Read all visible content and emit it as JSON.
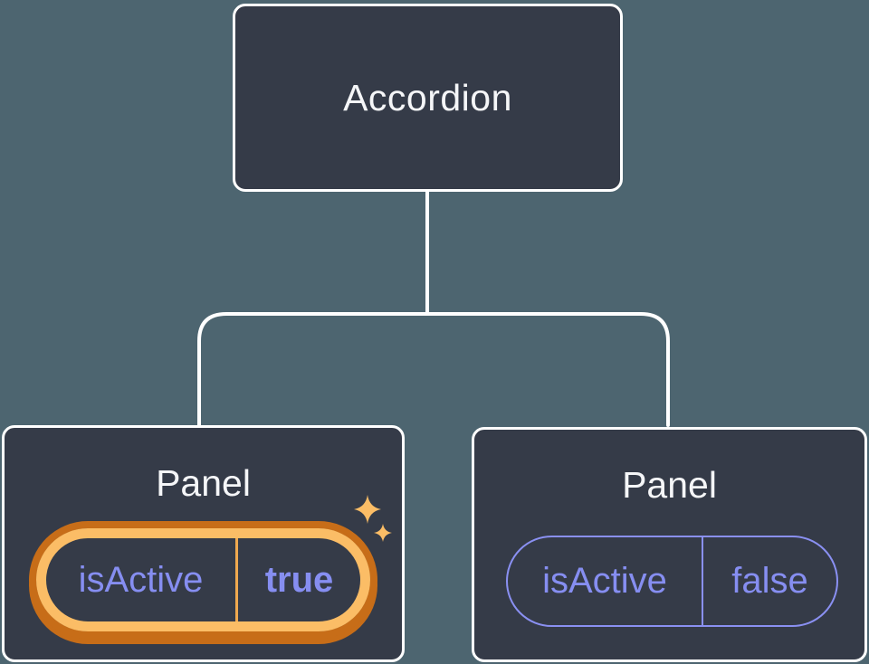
{
  "diagram": {
    "description": "Component tree showing an Accordion parent with two Panel children holding isActive state",
    "background_color": "#4D6570",
    "node_fill_color": "#353B48",
    "node_border_color": "#FFFFFF",
    "title_text_color": "#F5F6F8",
    "state_text_color": "#868EF1",
    "pill_border_color": "#8A90F2",
    "highlight_ring_light_color": "#FBBD66",
    "highlight_ring_dark_color": "#C76D18",
    "sparkle_color": "#FBBD66",
    "root": {
      "label": "Accordion"
    },
    "panels": [
      {
        "title": "Panel",
        "state_key": "isActive",
        "state_value": "true",
        "highlighted": true,
        "sparkles": true
      },
      {
        "title": "Panel",
        "state_key": "isActive",
        "state_value": "false",
        "highlighted": false,
        "sparkles": false
      }
    ]
  }
}
